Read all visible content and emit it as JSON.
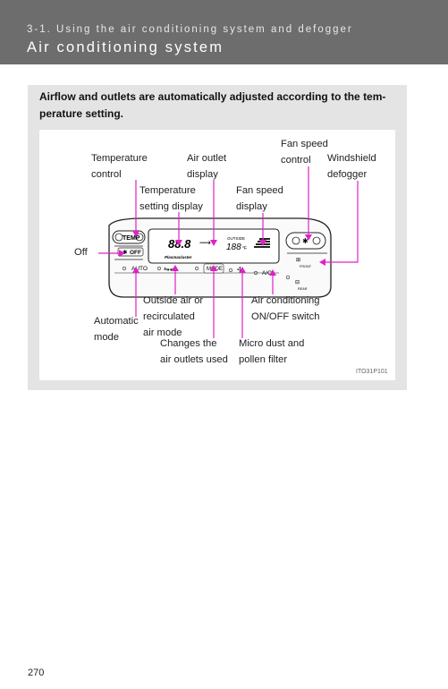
{
  "header": {
    "section_title": "3-1. Using the air conditioning system and defogger",
    "page_title": "Air conditioning system"
  },
  "intro": "Airflow and outlets are automatically adjusted according to the tem-perature setting.",
  "figure": {
    "accent_color": "#e020c8",
    "panel": {
      "temp_label": "TEMP",
      "off_label": "OFF",
      "auto_label": "AUTO",
      "mode_label": "MODE",
      "ac_label": "A/C",
      "temp_readout": "88.8",
      "outside_label": "OUTSIDE",
      "outside_temp": "188",
      "outside_unit": "°F",
      "brand_text": "Plasmacluster",
      "front_label": "FRONT",
      "rear_label": "REAR"
    },
    "labels": {
      "temperature_control": [
        "Temperature",
        "control"
      ],
      "air_outlet_display": [
        "Air outlet",
        "display"
      ],
      "fan_speed_control": [
        "Fan speed",
        "control"
      ],
      "windshield_defogger": [
        "Windshield",
        "defogger"
      ],
      "temperature_setting_display": [
        "Temperature",
        "setting display"
      ],
      "fan_speed_display": [
        "Fan speed",
        "display"
      ],
      "off": "Off",
      "outside_air": [
        "Outside air or",
        "recirculated",
        "air mode"
      ],
      "ac_switch": [
        "Air conditioning",
        "ON/OFF switch"
      ],
      "automatic_mode": [
        "Automatic",
        "mode"
      ],
      "changes_outlets": [
        "Changes the",
        "air outlets used"
      ],
      "micro_dust": [
        "Micro dust and",
        "pollen filter"
      ]
    },
    "figure_code": "ITO31P101"
  },
  "page_number": "270"
}
